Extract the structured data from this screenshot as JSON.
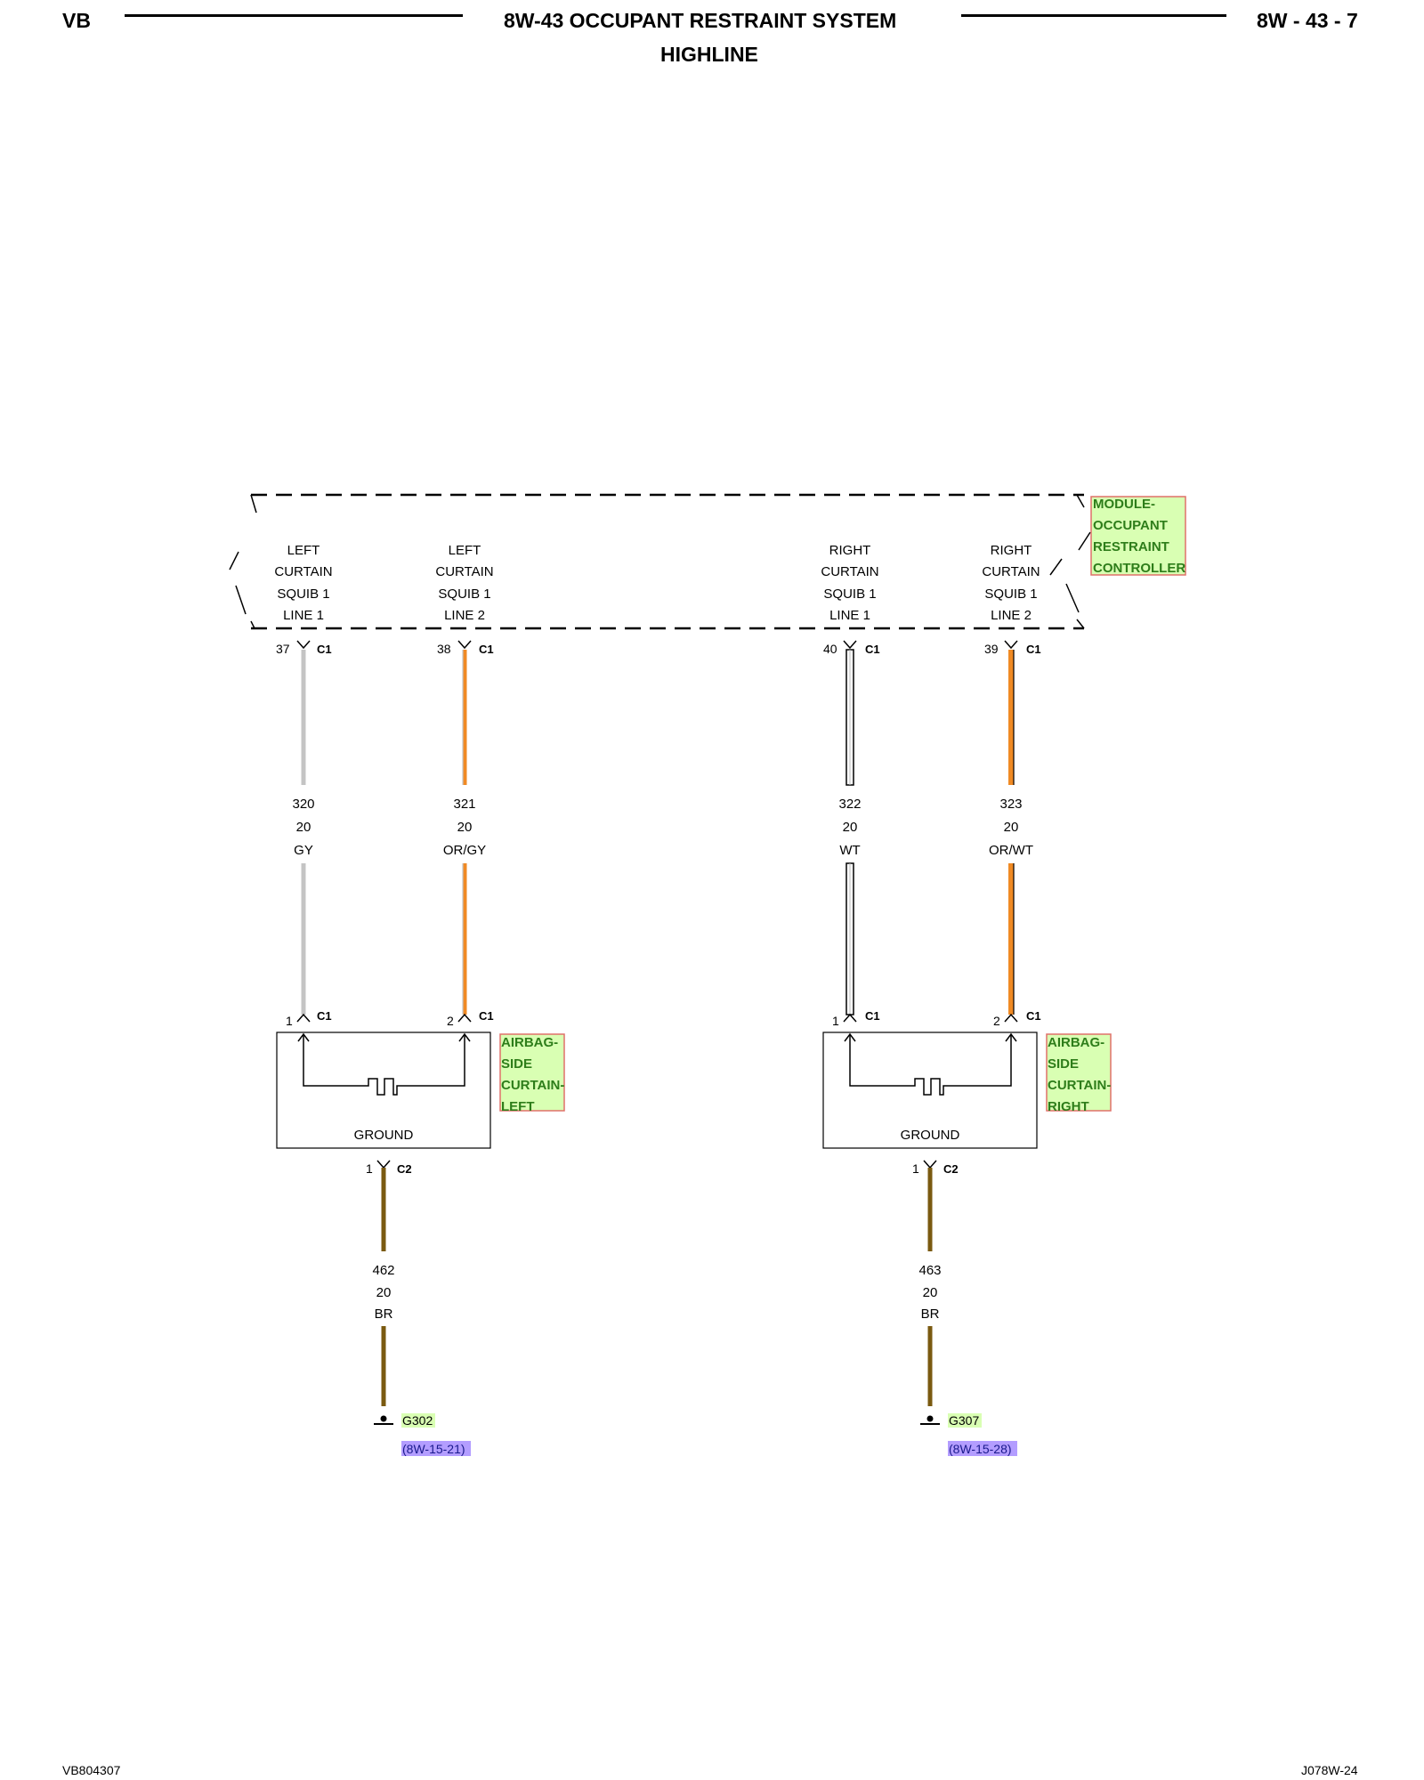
{
  "header": {
    "left": "VB",
    "title": "8W-43 OCCUPANT RESTRAINT SYSTEM",
    "subtitle": "HIGHLINE",
    "right": "8W - 43 - 7"
  },
  "footer": {
    "left": "VB804307",
    "right": "J078W-24"
  },
  "module": {
    "name_lines": [
      "MODULE-",
      "OCCUPANT",
      "RESTRAINT",
      "CONTROLLER"
    ]
  },
  "circuits": [
    {
      "label": [
        "LEFT",
        "CURTAIN",
        "SQUIB 1",
        "LINE 1"
      ],
      "pin": "37",
      "connector": "C1",
      "wire": {
        "number": "320",
        "gauge": "20",
        "color": "GY"
      },
      "end_pin": "1",
      "end_connector": "C1"
    },
    {
      "label": [
        "LEFT",
        "CURTAIN",
        "SQUIB 1",
        "LINE 2"
      ],
      "pin": "38",
      "connector": "C1",
      "wire": {
        "number": "321",
        "gauge": "20",
        "color": "OR/GY"
      },
      "end_pin": "2",
      "end_connector": "C1"
    },
    {
      "label": [
        "RIGHT",
        "CURTAIN",
        "SQUIB 1",
        "LINE 1"
      ],
      "pin": "40",
      "connector": "C1",
      "wire": {
        "number": "322",
        "gauge": "20",
        "color": "WT"
      },
      "end_pin": "1",
      "end_connector": "C1"
    },
    {
      "label": [
        "RIGHT",
        "CURTAIN",
        "SQUIB 1",
        "LINE 2"
      ],
      "pin": "39",
      "connector": "C1",
      "wire": {
        "number": "323",
        "gauge": "20",
        "color": "OR/WT"
      },
      "end_pin": "2",
      "end_connector": "C1"
    }
  ],
  "airbags": [
    {
      "name_lines": [
        "AIRBAG-",
        "SIDE",
        "CURTAIN-",
        "LEFT"
      ],
      "inner_label": "GROUND",
      "ground_pin": "1",
      "ground_connector": "C2",
      "ground_wire": {
        "number": "462",
        "gauge": "20",
        "color": "BR"
      },
      "ground_id": "G302",
      "ground_ref": "(8W-15-21)"
    },
    {
      "name_lines": [
        "AIRBAG-",
        "SIDE",
        "CURTAIN-",
        "RIGHT"
      ],
      "inner_label": "GROUND",
      "ground_pin": "1",
      "ground_connector": "C2",
      "ground_wire": {
        "number": "463",
        "gauge": "20",
        "color": "BR"
      },
      "ground_id": "G307",
      "ground_ref": "(8W-15-28)"
    }
  ],
  "colors": {
    "gray_wire": "#c4c4c4",
    "orange_wire": "#f08a24",
    "brown_wire": "#7a5a10",
    "tag_fill": "#d9ffb3",
    "tag_border": "#e0706a",
    "tag_text": "#2e7d1a",
    "ref_fill": "#b39dff"
  }
}
